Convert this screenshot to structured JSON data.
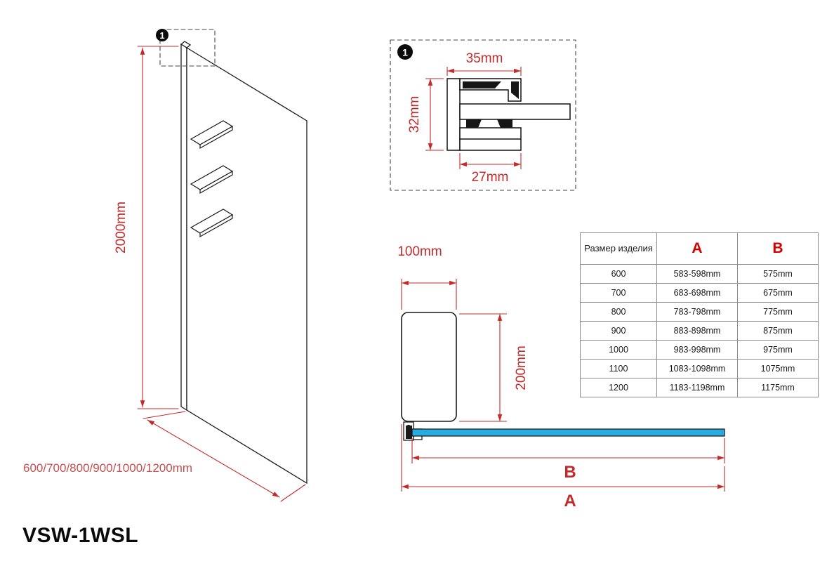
{
  "title": "VSW-1WSL",
  "colors": {
    "dimension_red": "#c32b2b",
    "table_header_red": "#d40000",
    "glass_blue": "#29abe2",
    "line_black": "#1a1a1a"
  },
  "left_view": {
    "marker": "1",
    "height_label": "2000mm",
    "width_label": "600/700/800/900/1000/1200mm"
  },
  "detail_view": {
    "marker": "1",
    "top_label": "35mm",
    "left_label": "32mm",
    "bottom_label": "27mm"
  },
  "plan_view": {
    "wall_width_label": "100mm",
    "wall_depth_label": "200mm",
    "dim_b_label": "B",
    "dim_a_label": "A"
  },
  "size_table": {
    "headers": {
      "size": "Размер изделия",
      "a": "A",
      "b": "B"
    },
    "rows": [
      {
        "size": "600",
        "a": "583-598mm",
        "b": "575mm"
      },
      {
        "size": "700",
        "a": "683-698mm",
        "b": "675mm"
      },
      {
        "size": "800",
        "a": "783-798mm",
        "b": "775mm"
      },
      {
        "size": "900",
        "a": "883-898mm",
        "b": "875mm"
      },
      {
        "size": "1000",
        "a": "983-998mm",
        "b": "975mm"
      },
      {
        "size": "1100",
        "a": "1083-1098mm",
        "b": "1075mm"
      },
      {
        "size": "1200",
        "a": "1183-1198mm",
        "b": "1175mm"
      }
    ]
  }
}
